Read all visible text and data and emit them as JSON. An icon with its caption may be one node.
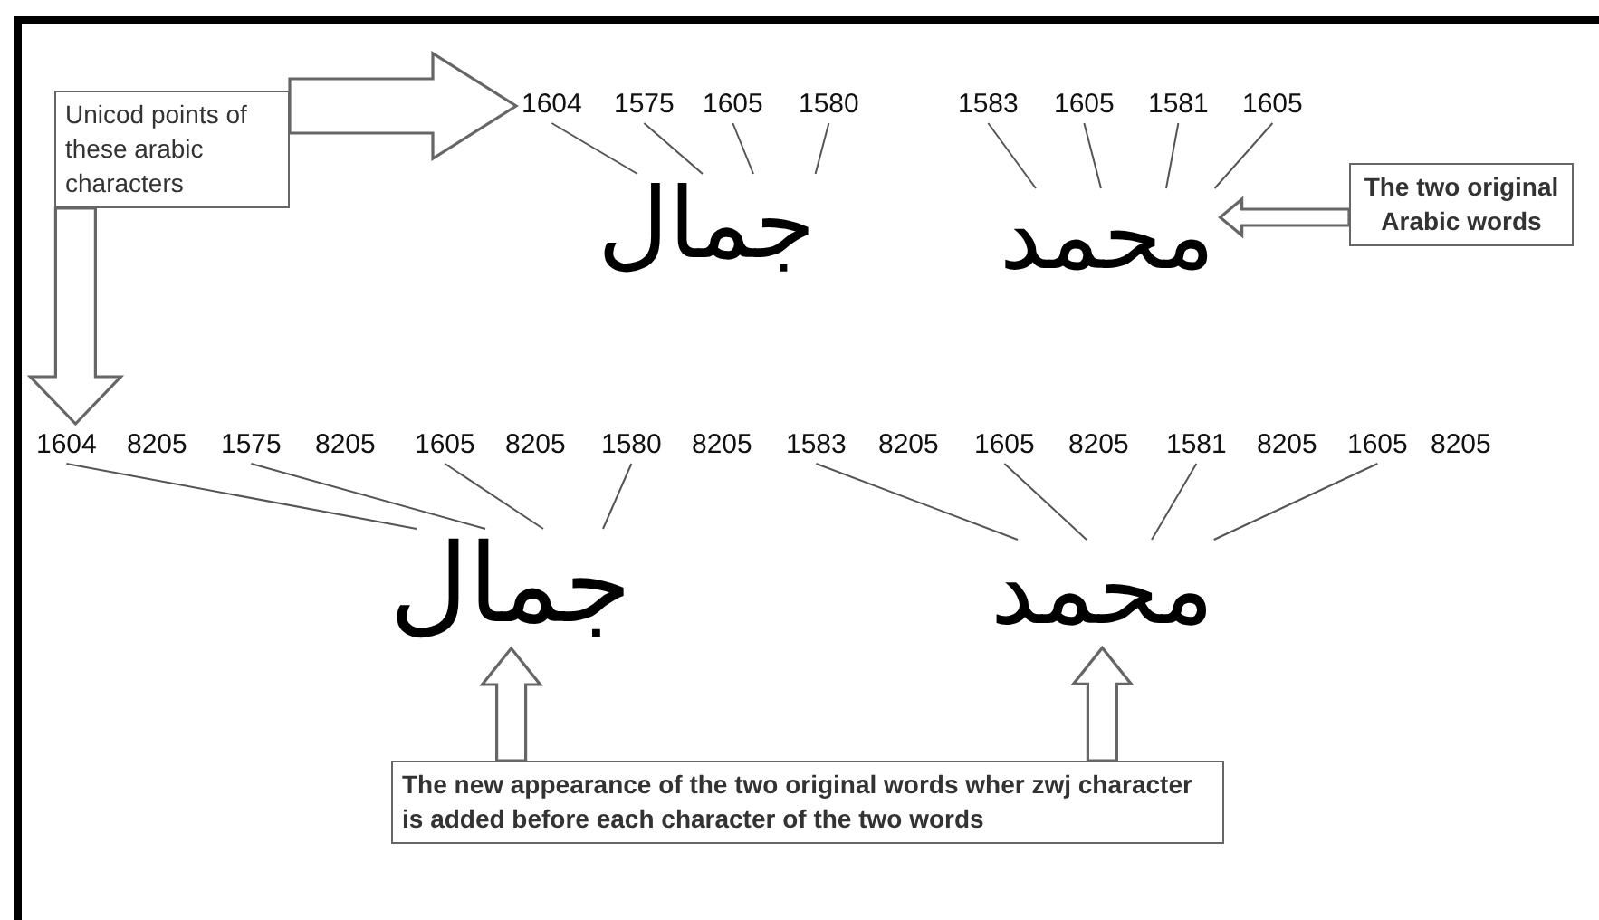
{
  "diagram": {
    "nodes": [
      {
        "text": [
          "1604"
        ]
      },
      {
        "text": [
          "1575"
        ]
      },
      {
        "text": [
          "1605"
        ]
      },
      {
        "text": [
          "1580"
        ]
      },
      {
        "text": [
          "1583"
        ]
      },
      {
        "text": [
          "1605"
        ]
      },
      {
        "text": [
          "1581"
        ]
      },
      {
        "text": [
          "1605"
        ]
      },
      {
        "text": [
          "Unicod points of these arabic characters"
        ]
      },
      {
        "text": [
          "جمال"
        ]
      },
      {
        "text": [
          "محمد"
        ]
      },
      {
        "text": [
          "The two original Arabic words"
        ]
      },
      {
        "text": [
          "1604"
        ]
      },
      {
        "text": [
          "8205"
        ]
      },
      {
        "text": [
          "1575"
        ]
      },
      {
        "text": [
          "8205"
        ]
      },
      {
        "text": [
          "1605"
        ]
      },
      {
        "text": [
          "8205"
        ]
      },
      {
        "text": [
          "1580"
        ]
      },
      {
        "text": [
          "8205"
        ]
      },
      {
        "text": [
          "1583"
        ]
      },
      {
        "text": [
          "8205"
        ]
      },
      {
        "text": [
          "1605"
        ]
      },
      {
        "text": [
          "8205"
        ]
      },
      {
        "text": [
          "1581"
        ]
      },
      {
        "text": [
          "8205"
        ]
      },
      {
        "text": [
          "1605"
        ]
      },
      {
        "text": [
          "8205"
        ]
      },
      {
        "text": [
          "جمال"
        ]
      },
      {
        "text": [
          "محمد"
        ]
      },
      {
        "text": [
          "The new appearance of the two original  words wher zwj character is added before each character of the two words"
        ]
      }
    ],
    "edges": [
      {
        "from": 8,
        "to": 0,
        "arrow": "to",
        "style": "thick"
      },
      {
        "from": 8,
        "to": 12,
        "arrow": "to",
        "style": "thick"
      },
      {
        "from": 11,
        "to": 10,
        "arrow": "to",
        "style": "thick"
      },
      {
        "from": 30,
        "to": 28,
        "arrow": "to",
        "style": "thick"
      },
      {
        "from": 30,
        "to": 29,
        "arrow": "to",
        "style": "thick"
      },
      {
        "from": 0,
        "to": 9,
        "arrow": "none"
      },
      {
        "from": 1,
        "to": 9,
        "arrow": "none"
      },
      {
        "from": 2,
        "to": 9,
        "arrow": "none"
      },
      {
        "from": 3,
        "to": 9,
        "arrow": "none"
      },
      {
        "from": 4,
        "to": 10,
        "arrow": "none"
      },
      {
        "from": 5,
        "to": 10,
        "arrow": "none"
      },
      {
        "from": 6,
        "to": 10,
        "arrow": "none"
      },
      {
        "from": 7,
        "to": 10,
        "arrow": "none"
      },
      {
        "from": 12,
        "to": 28,
        "arrow": "none"
      },
      {
        "from": 14,
        "to": 28,
        "arrow": "none"
      },
      {
        "from": 16,
        "to": 28,
        "arrow": "none"
      },
      {
        "from": 18,
        "to": 28,
        "arrow": "none"
      },
      {
        "from": 20,
        "to": 29,
        "arrow": "none"
      },
      {
        "from": 22,
        "to": 29,
        "arrow": "none"
      },
      {
        "from": 24,
        "to": 29,
        "arrow": "none"
      },
      {
        "from": 26,
        "to": 29,
        "arrow": "none"
      }
    ]
  }
}
